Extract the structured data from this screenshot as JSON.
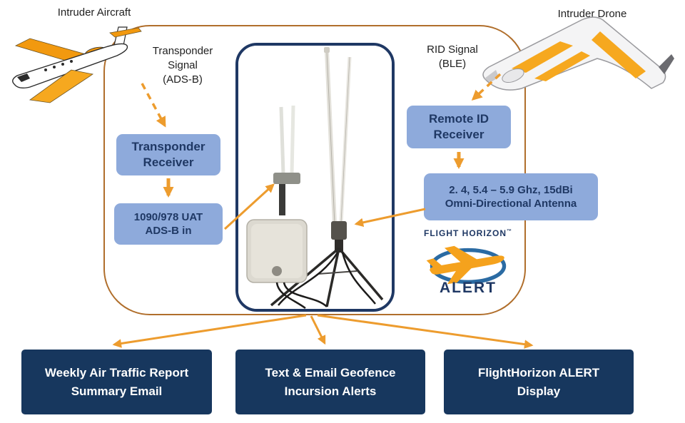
{
  "colors": {
    "accent_orange": "#ED9C2E",
    "outer_border": "#B06E2B",
    "box_blue": "#8EAADB",
    "box_text_navy": "#1F3864",
    "navy_box": "#17375E",
    "inner_border": "#1F3864",
    "logo_blue": "#2B6BA3",
    "logo_orange": "#F5A21D",
    "illustration_orange": "#F2990F"
  },
  "top": {
    "intruder_aircraft_label": "Intruder Aircraft",
    "intruder_drone_label": "Intruder Drone",
    "transponder_signal_label": "Transponder\nSignal\n(ADS-B)",
    "rid_signal_label": "RID Signal\n(BLE)"
  },
  "receivers": {
    "transponder_receiver": "Transponder\nReceiver",
    "adsb_in": "1090/978 UAT\nADS-B in",
    "remote_id_receiver": "Remote ID\nReceiver",
    "antenna_spec": "2. 4, 5.4 – 5.9 Ghz, 15dBi\nOmni-Directional Antenna"
  },
  "logo": {
    "name_line": "FLIGHT HORIZON",
    "tm": "™",
    "alert": "ALERT"
  },
  "outputs": {
    "weekly_report": "Weekly Air Traffic Report\nSummary Email",
    "geofence_alerts": "Text & Email Geofence\nIncursion Alerts",
    "alert_display": "FlightHorizon ALERT\nDisplay"
  }
}
